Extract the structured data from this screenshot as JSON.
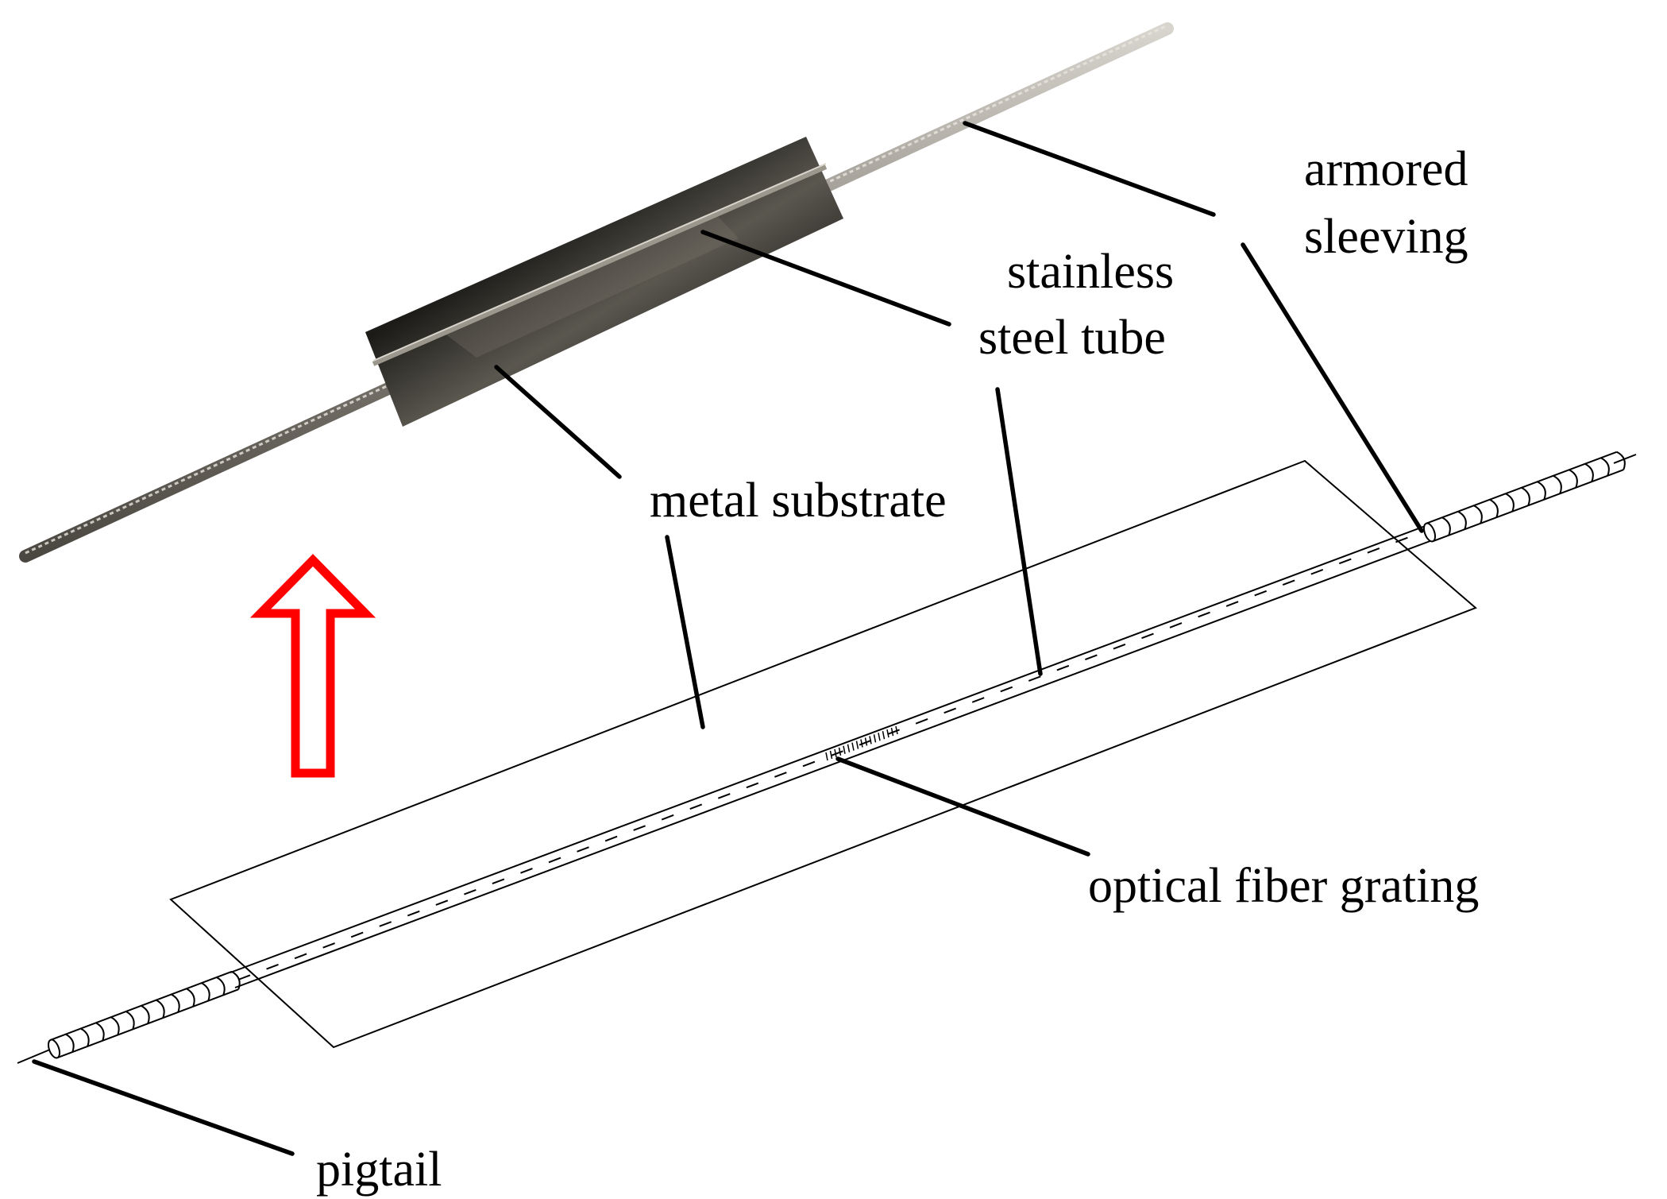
{
  "labels": {
    "armored_line1": "armored",
    "armored_line2": "sleeving",
    "stainless_line1": "stainless",
    "stainless_line2": "steel tube",
    "metal_substrate": "metal substrate",
    "optical_fiber_grating": "optical fiber grating",
    "pigtail": "pigtail"
  },
  "colors": {
    "arrow": "#ff0000",
    "text": "#000000",
    "background": "#ffffff",
    "substrate_dark": "#2a2824",
    "rod": "#8e8a82"
  },
  "icons": {
    "direction_arrow": "up-arrow-icon"
  }
}
